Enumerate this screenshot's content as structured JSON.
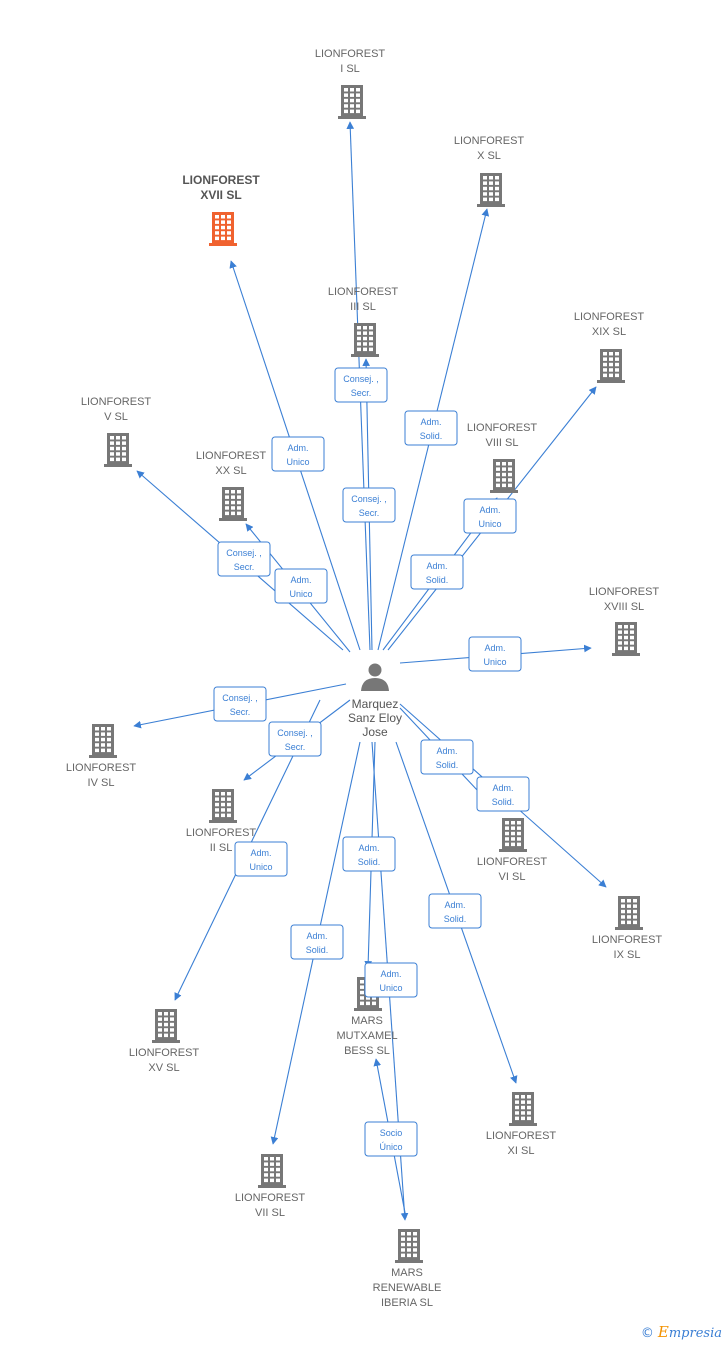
{
  "person": {
    "lines": [
      "Marquez",
      "Sanz Eloy",
      "Jose"
    ]
  },
  "companies": [
    {
      "id": "l1",
      "lines": [
        "LIONFOREST",
        "I  SL"
      ],
      "highlight": false
    },
    {
      "id": "l10",
      "lines": [
        "LIONFOREST",
        "X  SL"
      ],
      "highlight": false
    },
    {
      "id": "l17",
      "lines": [
        "LIONFOREST",
        "XVII  SL"
      ],
      "highlight": true
    },
    {
      "id": "l3",
      "lines": [
        "LIONFOREST",
        "III  SL"
      ],
      "highlight": false
    },
    {
      "id": "l19",
      "lines": [
        "LIONFOREST",
        "XIX  SL"
      ],
      "highlight": false
    },
    {
      "id": "l5",
      "lines": [
        "LIONFOREST",
        "V  SL"
      ],
      "highlight": false
    },
    {
      "id": "l8",
      "lines": [
        "LIONFOREST",
        "VIII  SL"
      ],
      "highlight": false
    },
    {
      "id": "l20",
      "lines": [
        "LIONFOREST",
        "XX  SL"
      ],
      "highlight": false
    },
    {
      "id": "l18",
      "lines": [
        "LIONFOREST",
        "XVIII  SL"
      ],
      "highlight": false
    },
    {
      "id": "l4",
      "lines": [
        "LIONFOREST",
        "IV  SL"
      ],
      "highlight": false
    },
    {
      "id": "l2",
      "lines": [
        "LIONFOREST",
        "II  SL"
      ],
      "highlight": false
    },
    {
      "id": "l6",
      "lines": [
        "LIONFOREST",
        "VI  SL"
      ],
      "highlight": false
    },
    {
      "id": "l9",
      "lines": [
        "LIONFOREST",
        "IX  SL"
      ],
      "highlight": false
    },
    {
      "id": "l15",
      "lines": [
        "LIONFOREST",
        "XV  SL"
      ],
      "highlight": false
    },
    {
      "id": "mm",
      "lines": [
        "MARS",
        "MUTXAMEL",
        "BESS  SL"
      ],
      "highlight": false
    },
    {
      "id": "l11",
      "lines": [
        "LIONFOREST",
        "XI  SL"
      ],
      "highlight": false
    },
    {
      "id": "l7",
      "lines": [
        "LIONFOREST",
        "VII  SL"
      ],
      "highlight": false
    },
    {
      "id": "mr",
      "lines": [
        "MARS",
        "RENEWABLE",
        "IBERIA  SL"
      ],
      "highlight": false
    }
  ],
  "relations": [
    {
      "id": "r1",
      "lines": [
        "Consej. ,",
        "Secr."
      ]
    },
    {
      "id": "r2",
      "lines": [
        "Adm.",
        "Solid."
      ]
    },
    {
      "id": "r3",
      "lines": [
        "Adm.",
        "Unico"
      ]
    },
    {
      "id": "r4",
      "lines": [
        "Consej. ,",
        "Secr."
      ]
    },
    {
      "id": "r5",
      "lines": [
        "Adm.",
        "Unico"
      ]
    },
    {
      "id": "r6",
      "lines": [
        "Consej. ,",
        "Secr."
      ]
    },
    {
      "id": "r7",
      "lines": [
        "Adm.",
        "Unico"
      ]
    },
    {
      "id": "r8",
      "lines": [
        "Adm.",
        "Solid."
      ]
    },
    {
      "id": "r9",
      "lines": [
        "Adm.",
        "Unico"
      ]
    },
    {
      "id": "r10",
      "lines": [
        "Consej. ,",
        "Secr."
      ]
    },
    {
      "id": "r11",
      "lines": [
        "Consej. ,",
        "Secr."
      ]
    },
    {
      "id": "r12",
      "lines": [
        "Adm.",
        "Solid."
      ]
    },
    {
      "id": "r13",
      "lines": [
        "Adm.",
        "Solid."
      ]
    },
    {
      "id": "r14",
      "lines": [
        "Adm.",
        "Unico"
      ]
    },
    {
      "id": "r15",
      "lines": [
        "Adm.",
        "Solid."
      ]
    },
    {
      "id": "r16",
      "lines": [
        "Adm.",
        "Solid."
      ]
    },
    {
      "id": "r17",
      "lines": [
        "Adm.",
        "Unico"
      ]
    },
    {
      "id": "r18",
      "lines": [
        "Adm.",
        "Solid."
      ]
    },
    {
      "id": "r19",
      "lines": [
        "Socio",
        "Único"
      ]
    }
  ],
  "colors": {
    "edge": "#3b7fd4",
    "building": "#777777",
    "highlight": "#f0622f",
    "person": "#777777"
  },
  "brand": {
    "symbol": "©",
    "initial": "E",
    "rest": "mpresia"
  }
}
